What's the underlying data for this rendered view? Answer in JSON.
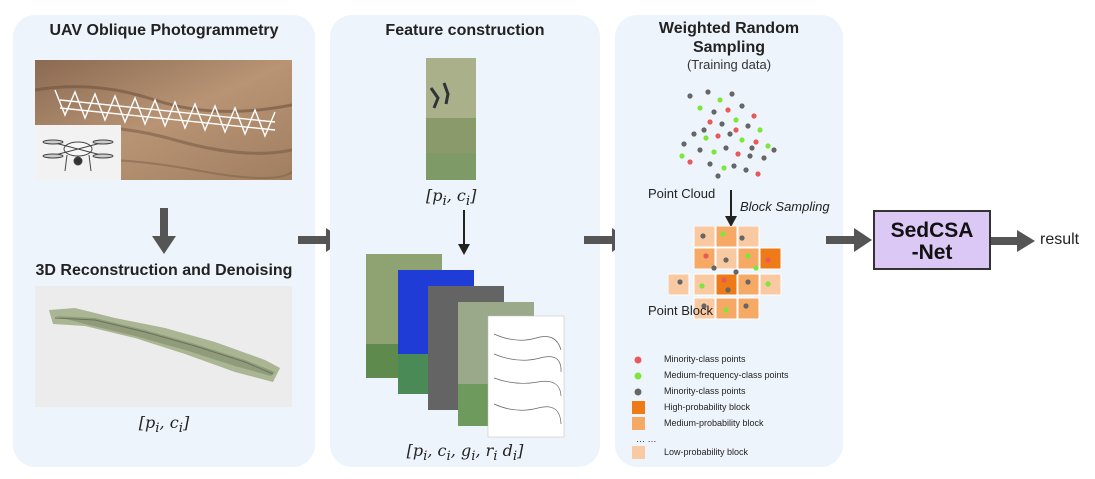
{
  "panel1": {
    "title": "UAV Oblique Photogrammetry",
    "subtitle": "3D Reconstruction and Denoising",
    "math": "[p_i, c_i]"
  },
  "panel2": {
    "title": "Feature construction",
    "math_top": "[p_i, c_i]",
    "math_bottom": "[p_i, c_i, g_i, r_i d_i]"
  },
  "panel3": {
    "title_line1": "Weighted Random",
    "title_line2": "Sampling",
    "subtitle": "(Training data)",
    "point_cloud_label": "Point Cloud",
    "block_sampling_label": "Block Sampling",
    "point_block_label": "Point Block"
  },
  "legend": [
    {
      "label": "Minority-class points",
      "symbol": "dot",
      "color": "#e85a5a"
    },
    {
      "label": "Medium-frequency-class points",
      "symbol": "dot",
      "color": "#7ee63a"
    },
    {
      "label": "Minority-class points",
      "symbol": "dot",
      "color": "#666666"
    },
    {
      "label": "High-probability block",
      "symbol": "square",
      "color": "#ef7a18"
    },
    {
      "label": "Medium-probability block",
      "symbol": "square",
      "color": "#f6a964"
    },
    {
      "label": "… …",
      "symbol": "none",
      "color": ""
    },
    {
      "label": "Low-probability block",
      "symbol": "square",
      "color": "#f9c9a1"
    }
  ],
  "model": {
    "line1": "SedCSA",
    "line2": "-Net"
  },
  "output_label": "result",
  "colors": {
    "panel_bg": "#eef4fb",
    "model_bg": "#dcc8f4",
    "arrow": "#555555"
  }
}
